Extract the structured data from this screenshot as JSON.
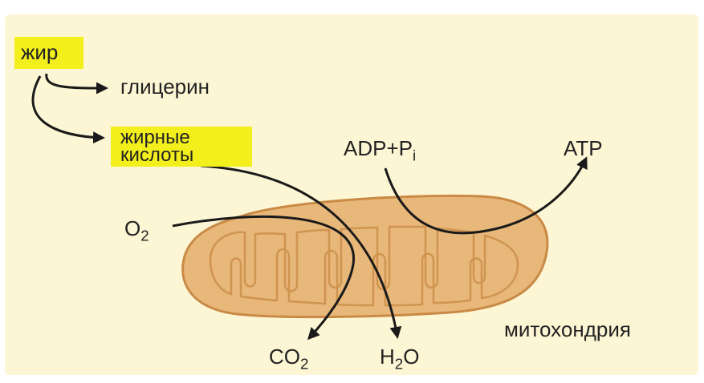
{
  "labels": {
    "fat": "жир",
    "glycerol": "глицерин",
    "fatty_acids_line1": "жирные",
    "fatty_acids_line2": "кислоты",
    "oxygen": "O",
    "oxygen_sub": "2",
    "adp": "ADP+P",
    "adp_sub": "i",
    "atp": "ATP",
    "co2": "CO",
    "co2_sub": "2",
    "water_h": "H",
    "water_sub": "2",
    "water_o": "O",
    "mitochondrion": "митохондрия"
  },
  "colors": {
    "background": "#fdf6d4",
    "highlight": "#f3ef1c",
    "mitochondrion_fill": "#e8b77a",
    "mitochondrion_stroke": "#c98a45",
    "arrow": "#1a1a1a"
  }
}
